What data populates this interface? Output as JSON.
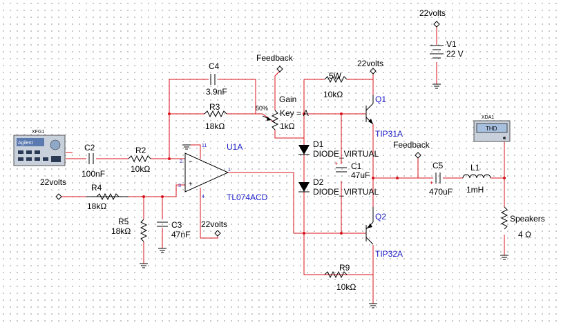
{
  "function_generator": {
    "ref": "XFG1",
    "brand": "Agilent"
  },
  "analyzer": {
    "ref": "XDA1",
    "screen": "THD"
  },
  "opamp": {
    "ref": "U1A",
    "model": "TL074ACD",
    "pin_v_plus": "11",
    "pin_minus": "2",
    "pin_plus": "3",
    "pin_out": "1",
    "pin_v_minus": "4"
  },
  "capacitors": {
    "c1": {
      "ref": "C1",
      "value": "47uF"
    },
    "c2": {
      "ref": "C2",
      "value": "100nF"
    },
    "c3": {
      "ref": "C3",
      "value": "47nF"
    },
    "c4": {
      "ref": "C4",
      "value": "3.9nF"
    },
    "c5": {
      "ref": "C5",
      "value": "470uF"
    }
  },
  "resistors": {
    "r2": {
      "ref": "R2",
      "value": "10kΩ"
    },
    "r3": {
      "ref": "R3",
      "value": "18kΩ"
    },
    "r4": {
      "ref": "R4",
      "value": "18kΩ"
    },
    "r5": {
      "ref": "R5",
      "value": "18kΩ"
    },
    "r9": {
      "ref": "R9",
      "value": "10kΩ"
    },
    "r5w": {
      "ref": "5W",
      "value": "10kΩ"
    }
  },
  "pot": {
    "ref": "Gain",
    "key": "Key = A",
    "value": "1kΩ",
    "setting": "50%"
  },
  "diodes": {
    "d1": {
      "ref": "D1",
      "type": "DIODE_VIRTUAL"
    },
    "d2": {
      "ref": "D2",
      "type": "DIODE_VIRTUAL"
    }
  },
  "transistors": {
    "q1": {
      "ref": "Q1",
      "model": "TIP31A"
    },
    "q2": {
      "ref": "Q2",
      "model": "TIP32A"
    }
  },
  "inductor": {
    "ref": "L1",
    "value": "1mH"
  },
  "speaker": {
    "ref": "Speakers",
    "value": "4 Ω"
  },
  "supply": {
    "ref": "V1",
    "value": "22 V"
  },
  "connectors": {
    "feedback": "Feedback",
    "rail": "22volts"
  }
}
